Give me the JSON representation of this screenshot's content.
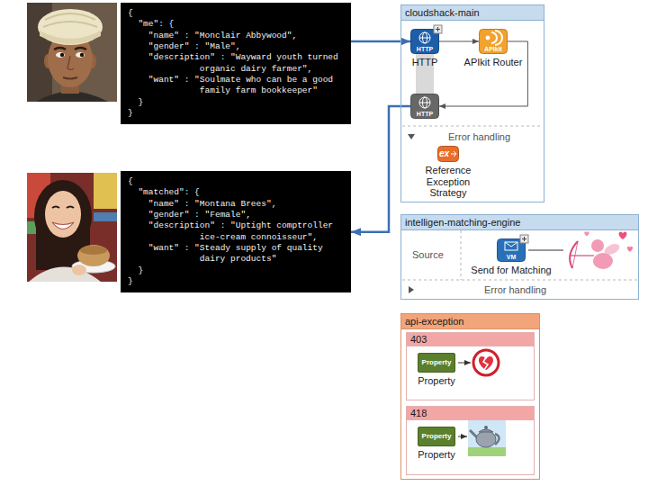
{
  "diagram": {
    "nodes": [
      {
        "text": [
          "{",
          "\"me\": {",
          "\"name\" : \"Monclair Abbywood\",",
          "\"gender\" : \"Male\",",
          "\"description\" : \"Wayward youth turned organic dairy farmer\",",
          "\"want\" : \"Soulmate who can be a good family farm bookkeeper\"",
          "}",
          "}"
        ]
      },
      {
        "text": [
          "cloudshack-main",
          "Error handling"
        ]
      },
      {
        "text": [
          "HTTP",
          "HTTP"
        ],
        "in": 1
      },
      {
        "text": [
          "APIkit",
          "APIkit Router"
        ],
        "in": 1
      },
      {
        "text": [
          "HTTP"
        ],
        "in": 1
      },
      {
        "text": [
          "ex",
          "Reference Exception Strategy"
        ],
        "in": 1
      },
      {
        "text": [
          "{",
          "\"matched\": {",
          "\"name\" : \"Montana Brees\",",
          "\"gender\" : \"Female\",",
          "\"description\" : \"Uptight comptroller ice-cream connoisseur\",",
          "\"want\" : \"Steady supply of quality dairy products\"",
          "}",
          "}"
        ]
      },
      {
        "text": [
          "intelligen-matching-engine",
          "Source",
          "Error handling"
        ]
      },
      {
        "text": [
          "VM",
          "Send for Matching"
        ],
        "in": 7
      },
      {
        "text": [
          "api-exception"
        ]
      },
      {
        "text": [
          "403"
        ],
        "in": 9
      },
      {
        "text": [
          "Property",
          "Property"
        ],
        "in": 10
      },
      {
        "text": [
          "418"
        ],
        "in": 9
      },
      {
        "text": [
          "Property",
          "Property"
        ],
        "in": 12
      }
    ],
    "edges": [
      {
        "from": 0,
        "to": 2,
        "arrow": "to"
      },
      {
        "from": 2,
        "to": 3,
        "arrow": "to"
      },
      {
        "from": 3,
        "to": 4,
        "arrow": "to"
      },
      {
        "from": 4,
        "to": 6,
        "arrow": "to"
      }
    ]
  }
}
